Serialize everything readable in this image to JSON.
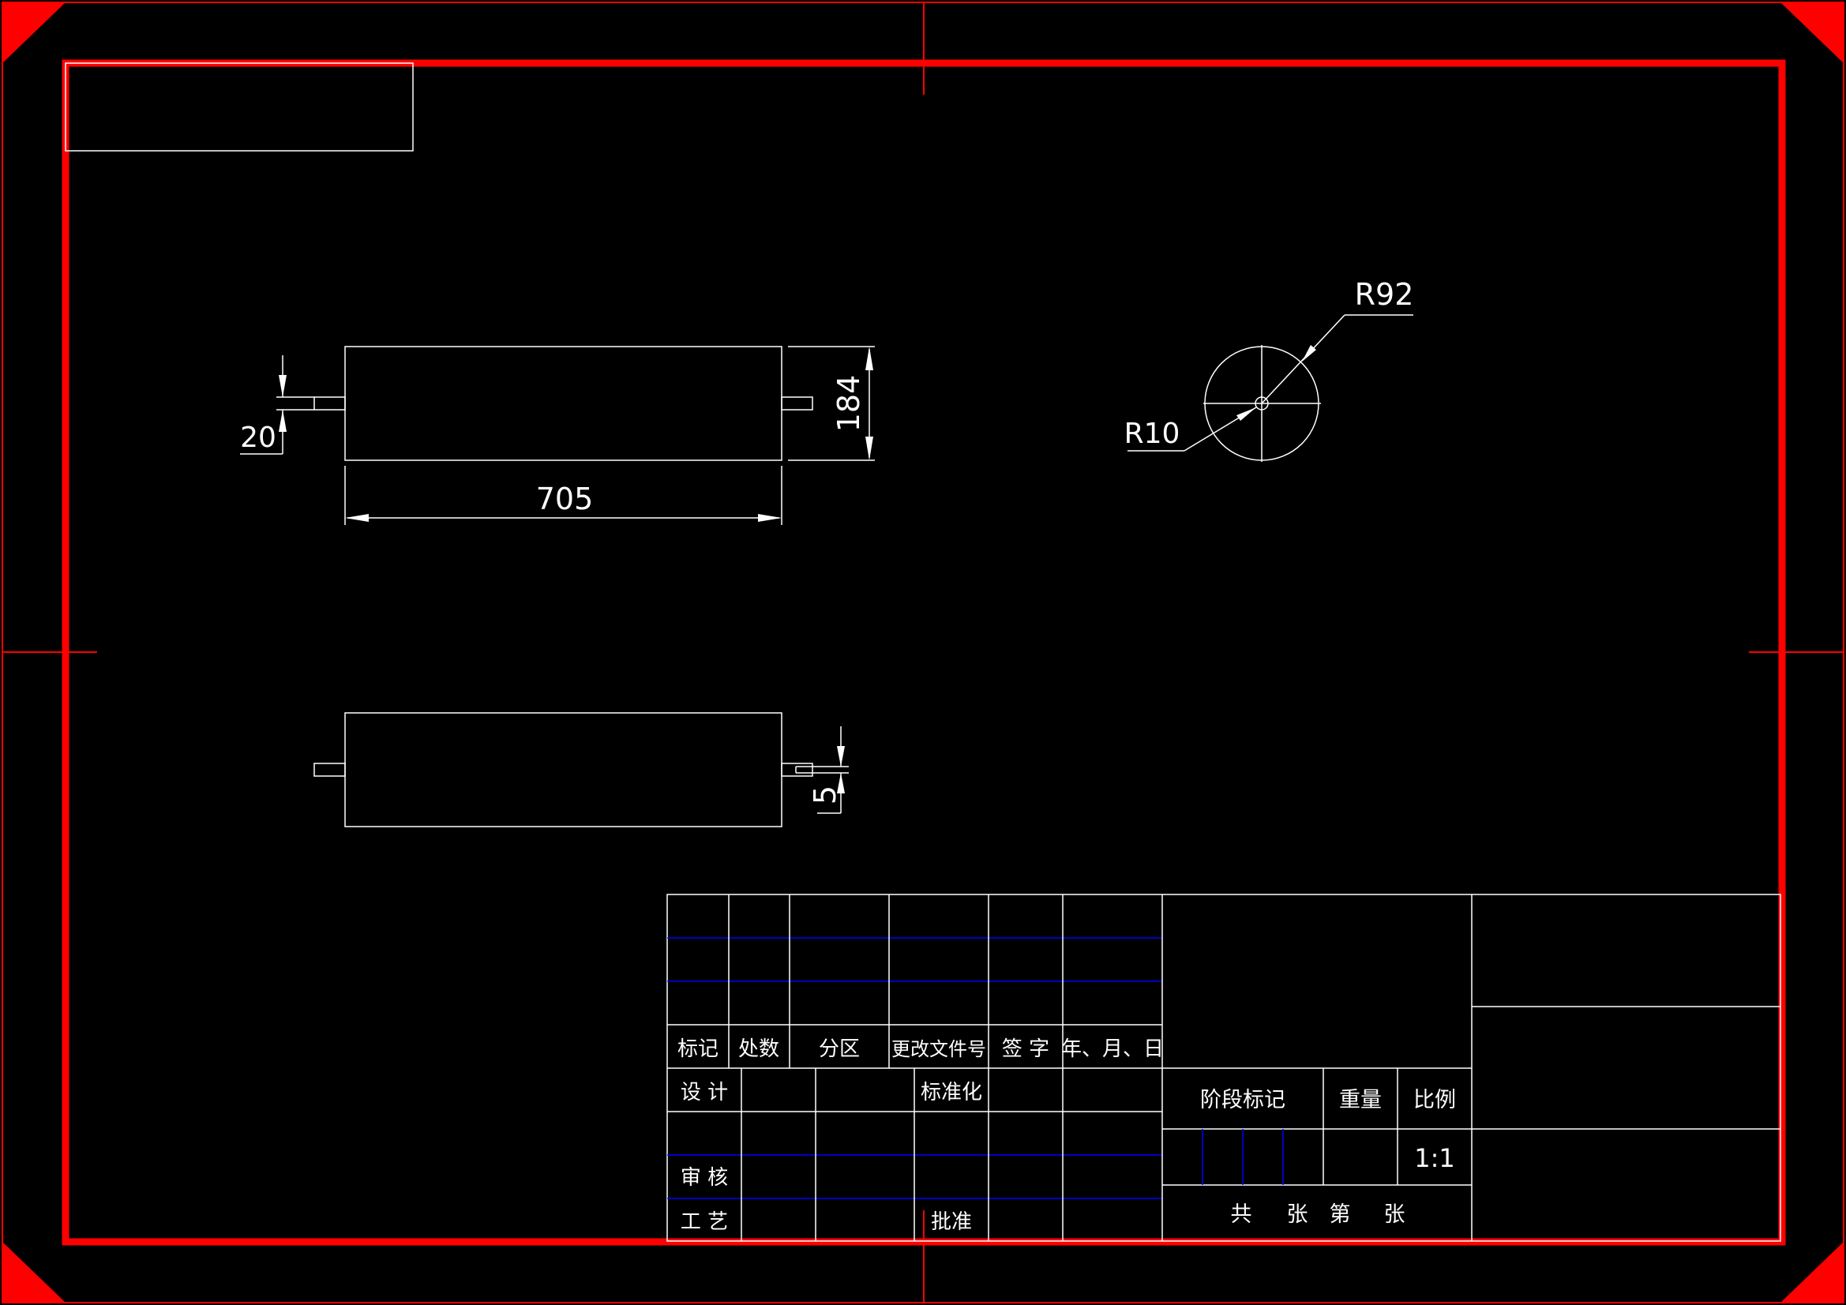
{
  "colors": {
    "background": "#000000",
    "frame": "#ff0000",
    "lines": "#ffffff",
    "subrows": "#0000ff"
  },
  "dimensions": {
    "length": "705",
    "diameter": "184",
    "shaft_dia": "20",
    "step": "5",
    "outer_radius": "R92",
    "inner_radius": "R10"
  },
  "title_block": {
    "headers": {
      "mark": "标记",
      "count": "处数",
      "zone": "分区",
      "doc_no": "更改文件号",
      "sign": "签 字",
      "date": "年、月、日"
    },
    "design": "设 计",
    "standardize": "标准化",
    "review": "审 核",
    "process": "工 艺",
    "approve": "批准",
    "stage_mark": "阶段标记",
    "weight": "重量",
    "scale_label": "比例",
    "scale_value": "1:1",
    "sheets": {
      "total": "共",
      "sheet_unit_1": "张",
      "page": "第",
      "sheet_unit_2": "张"
    }
  }
}
